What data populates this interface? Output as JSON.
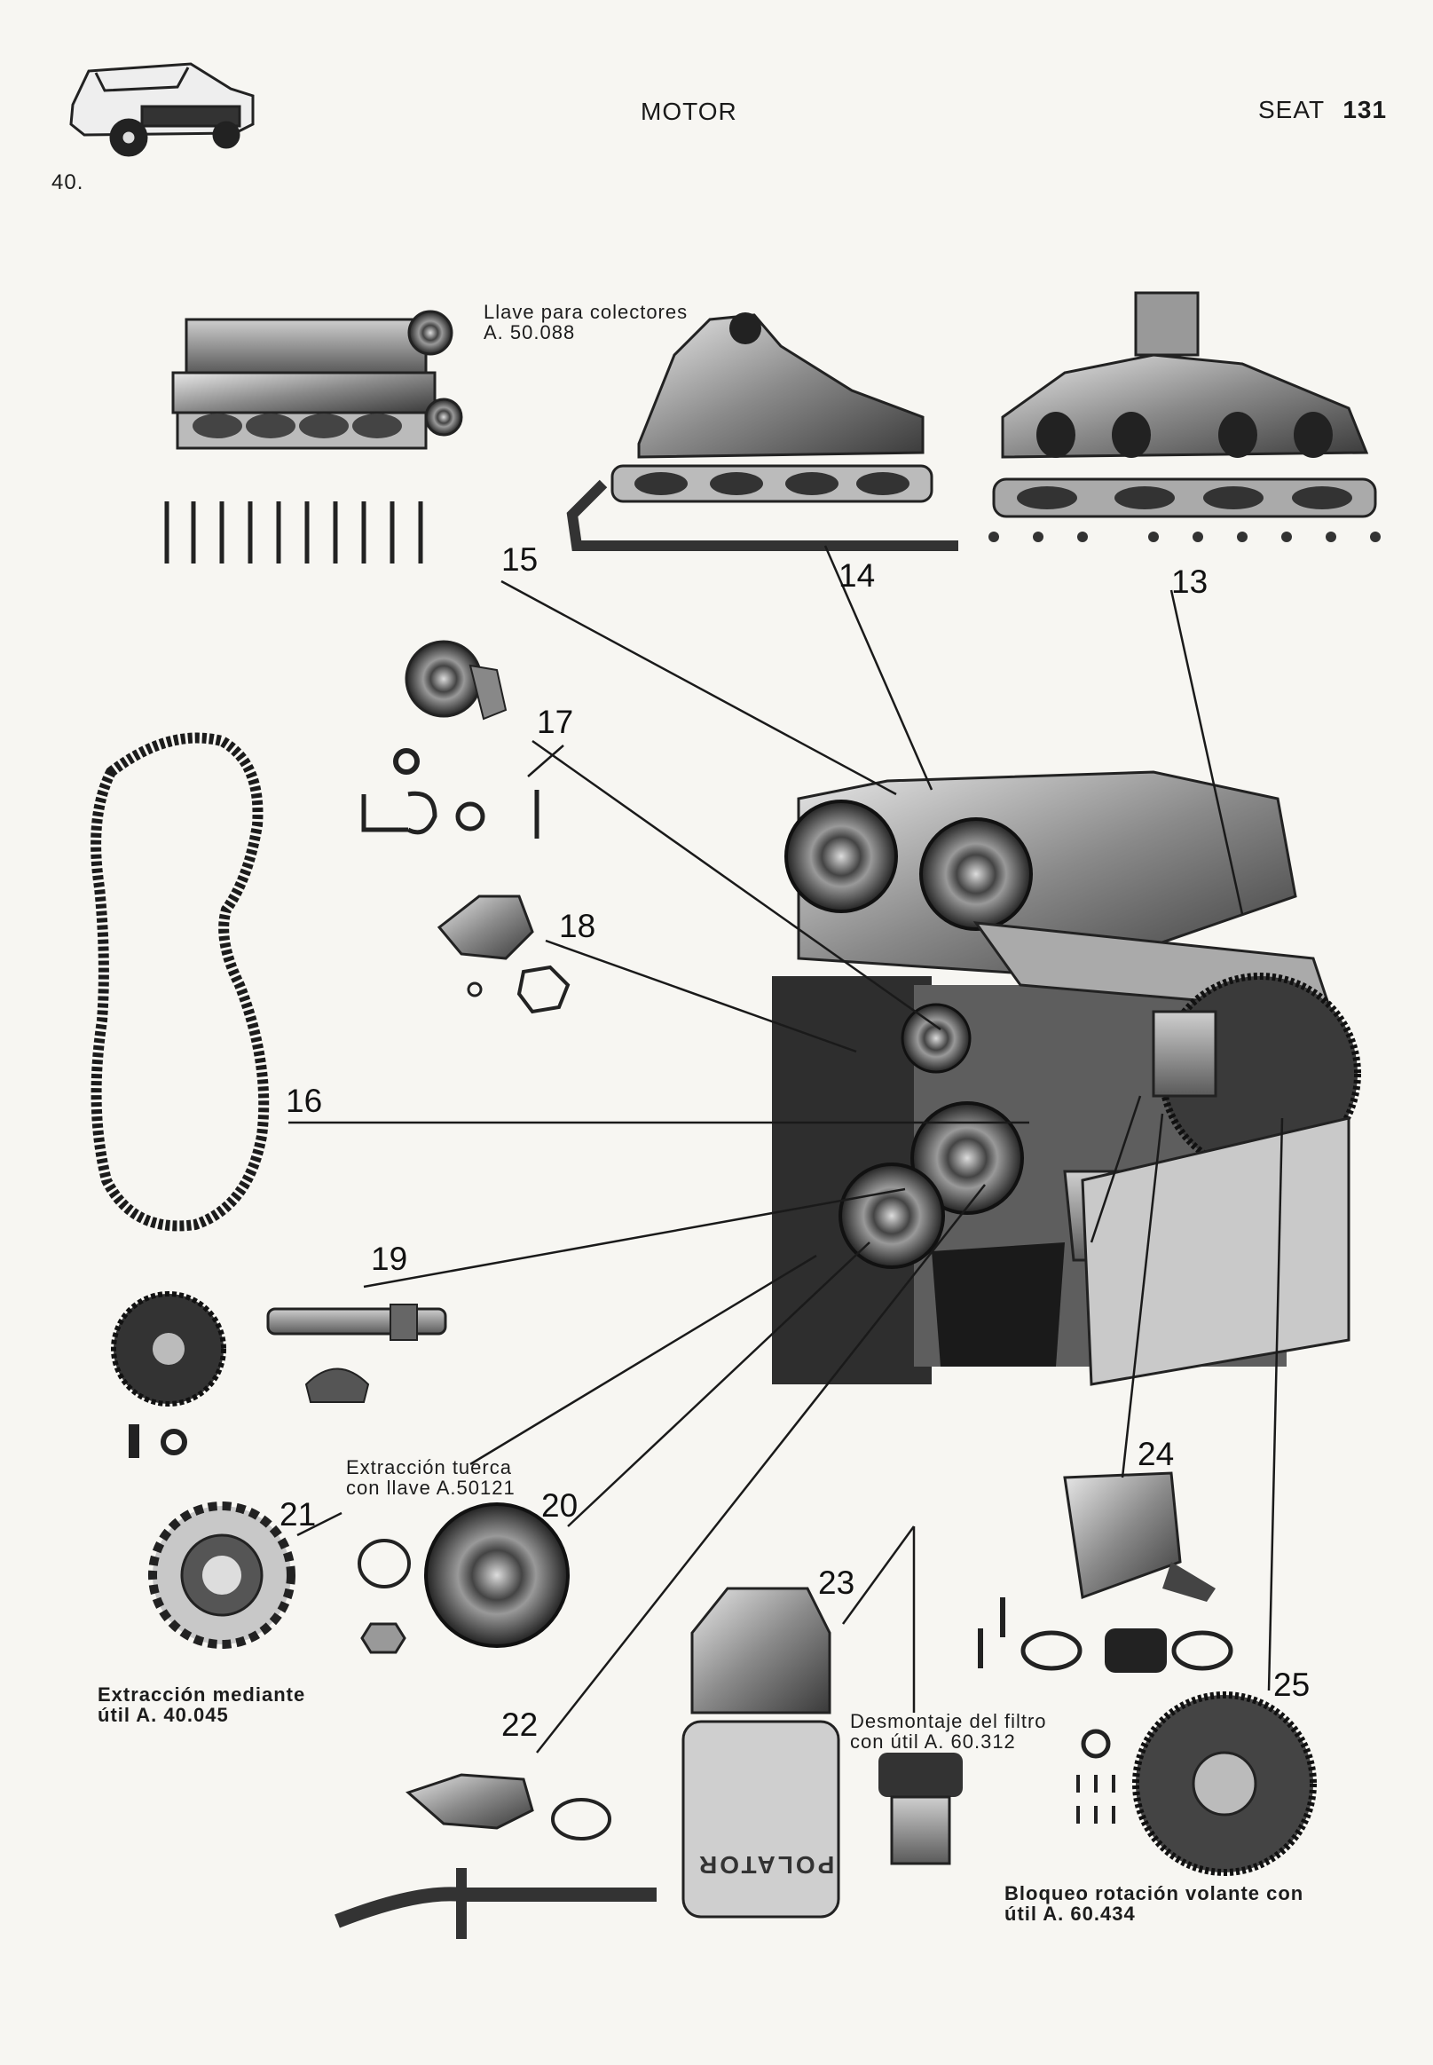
{
  "header": {
    "page_number": "40.",
    "section_title": "MOTOR",
    "model_name": "SEAT",
    "model_number": "131"
  },
  "callouts": [
    "13",
    "14",
    "15",
    "16",
    "17",
    "18",
    "19",
    "20",
    "21",
    "22",
    "23",
    "24",
    "25"
  ],
  "captions": {
    "colectores": [
      "Llave para colectores",
      "A. 50.088"
    ],
    "tuerca": [
      "Extracción tuerca",
      "con llave A.50121"
    ],
    "mediante": [
      "Extracción mediante",
      "útil A. 40.045"
    ],
    "filtro": [
      "Desmontaje del filtro",
      "con útil A. 60.312"
    ],
    "volante": [
      "Bloqueo rotación volante con",
      "útil A. 60.434"
    ]
  },
  "oil_filter_label": "POLATOR",
  "icons": {
    "car": "car-icon",
    "engine": "engine-assembly-icon"
  }
}
